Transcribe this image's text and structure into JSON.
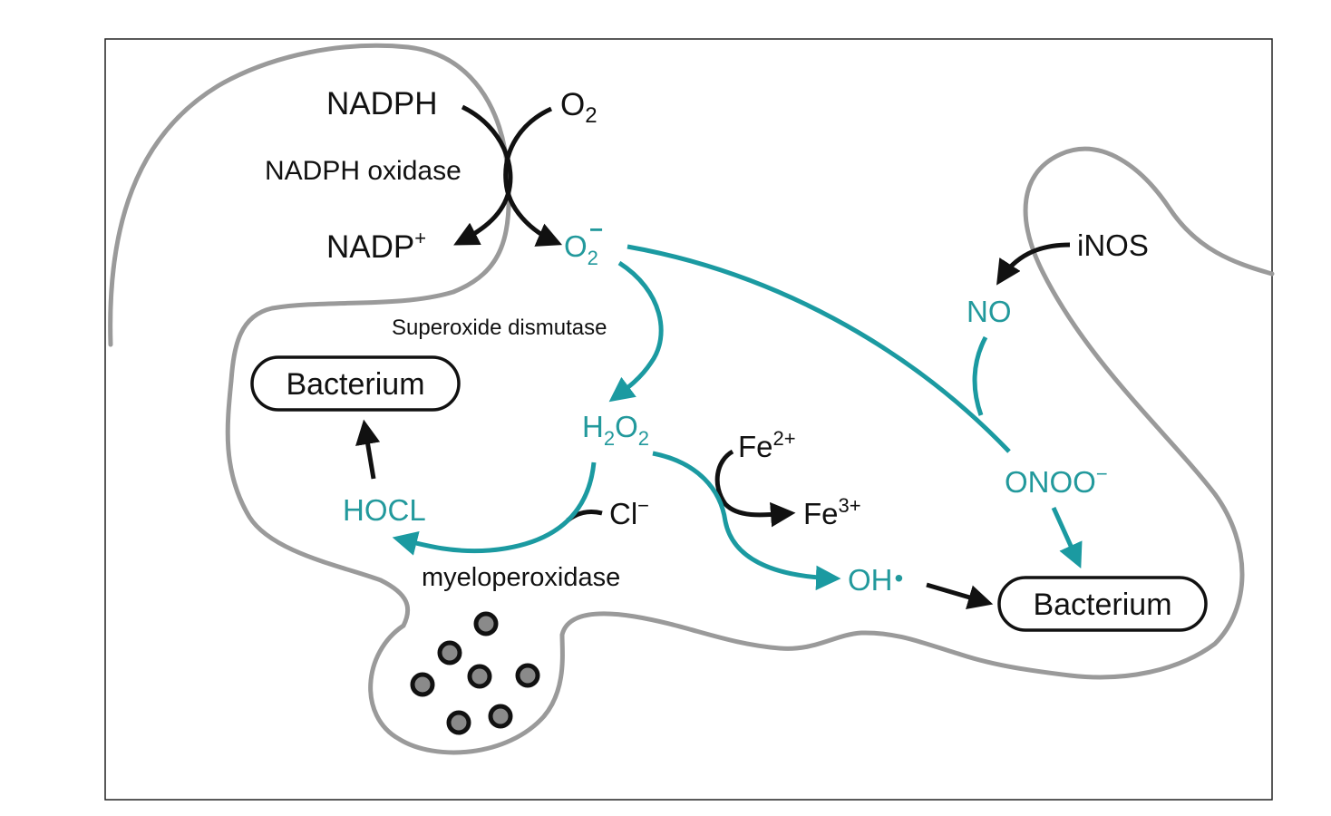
{
  "colors": {
    "teal": "#1b9aa1",
    "black": "#111111",
    "membrane": "#9a9a9a",
    "granule_fill": "#8a8a8a"
  },
  "labels": {
    "nadph": "NADPH",
    "o2": "O",
    "o2_sub": "2",
    "nadph_oxidase": "NADPH oxidase",
    "nadp": "NADP",
    "nadp_sup": "+",
    "superoxide": "O",
    "superoxide_sub": "2",
    "superoxide_sup": "−",
    "superoxide_dismutase": "Superoxide dismutase",
    "h2o2_h": "H",
    "h2o2_sub1": "2",
    "h2o2_o": "O",
    "h2o2_sub2": "2",
    "fe2": "Fe",
    "fe2_sup": "2+",
    "fe3": "Fe",
    "fe3_sup": "3+",
    "cl": "Cl",
    "cl_sup": "−",
    "hocl": "HOCL",
    "myeloperoxidase": "myeloperoxidase",
    "oh": "OH",
    "oh_dot": "•",
    "inos": "iNOS",
    "no": "NO",
    "onoo": "ONOO",
    "onoo_sup": "−",
    "bacterium_left": "Bacterium",
    "bacterium_right": "Bacterium"
  },
  "granule_count": 7
}
